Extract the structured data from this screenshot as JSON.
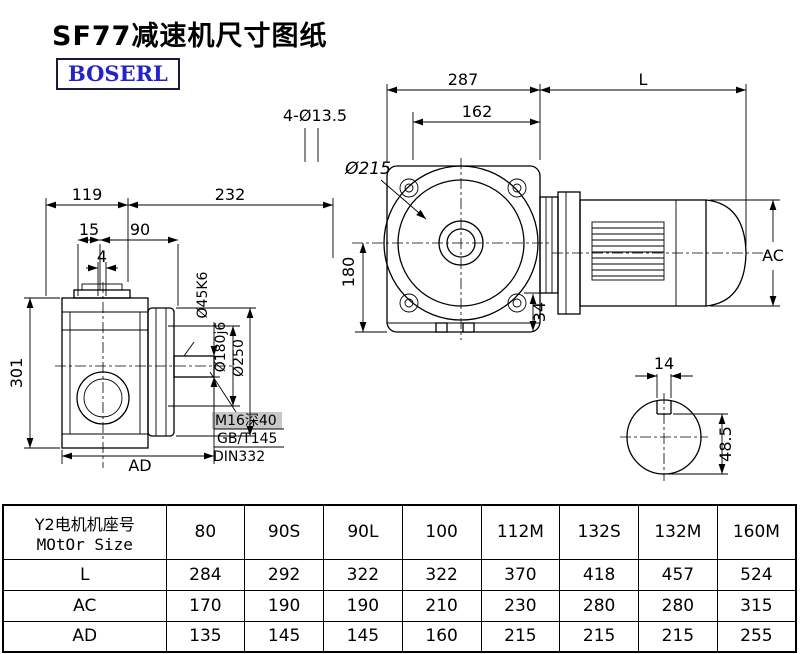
{
  "page": {
    "title": "SF77减速机尺寸图纸",
    "logo_text": "BOSERL"
  },
  "colors": {
    "logo_blue": "#2323c8",
    "logo_border": "#1a1a40",
    "note_highlight": "#c8c8c8"
  },
  "front_view": {
    "dim_287": "287",
    "dim_L": "L",
    "dim_162": "162",
    "holes_label": "4-Ø13.5",
    "flange_dia": "Ø215",
    "dim_180": "180",
    "dim_34": "34",
    "dim_AC": "AC"
  },
  "side_view": {
    "dim_119": "119",
    "dim_232": "232",
    "dim_15": "15",
    "dim_90": "90",
    "dim_4": "4",
    "dim_301": "301",
    "dim_AD": "AD",
    "shaft_dia": "Ø45K6",
    "spigot_dia": "Ø180j6",
    "flange_od": "Ø250",
    "note_1": "M16深40",
    "note_2": "GB/T145",
    "note_3": "DIN332"
  },
  "shaft_section": {
    "dim_14": "14",
    "dim_48_5": "48.5"
  },
  "table": {
    "row_header_line1": "Y2电机机座号",
    "row_header_line2": "MOtOr Size",
    "frame_sizes": [
      "80",
      "90S",
      "90L",
      "100",
      "112M",
      "132S",
      "132M",
      "160M"
    ],
    "rows": [
      {
        "label": "L",
        "values": [
          "284",
          "292",
          "322",
          "322",
          "370",
          "418",
          "457",
          "524"
        ]
      },
      {
        "label": "AC",
        "values": [
          "170",
          "190",
          "190",
          "210",
          "230",
          "280",
          "280",
          "315"
        ]
      },
      {
        "label": "AD",
        "values": [
          "135",
          "145",
          "145",
          "160",
          "215",
          "215",
          "215",
          "255"
        ]
      }
    ]
  }
}
